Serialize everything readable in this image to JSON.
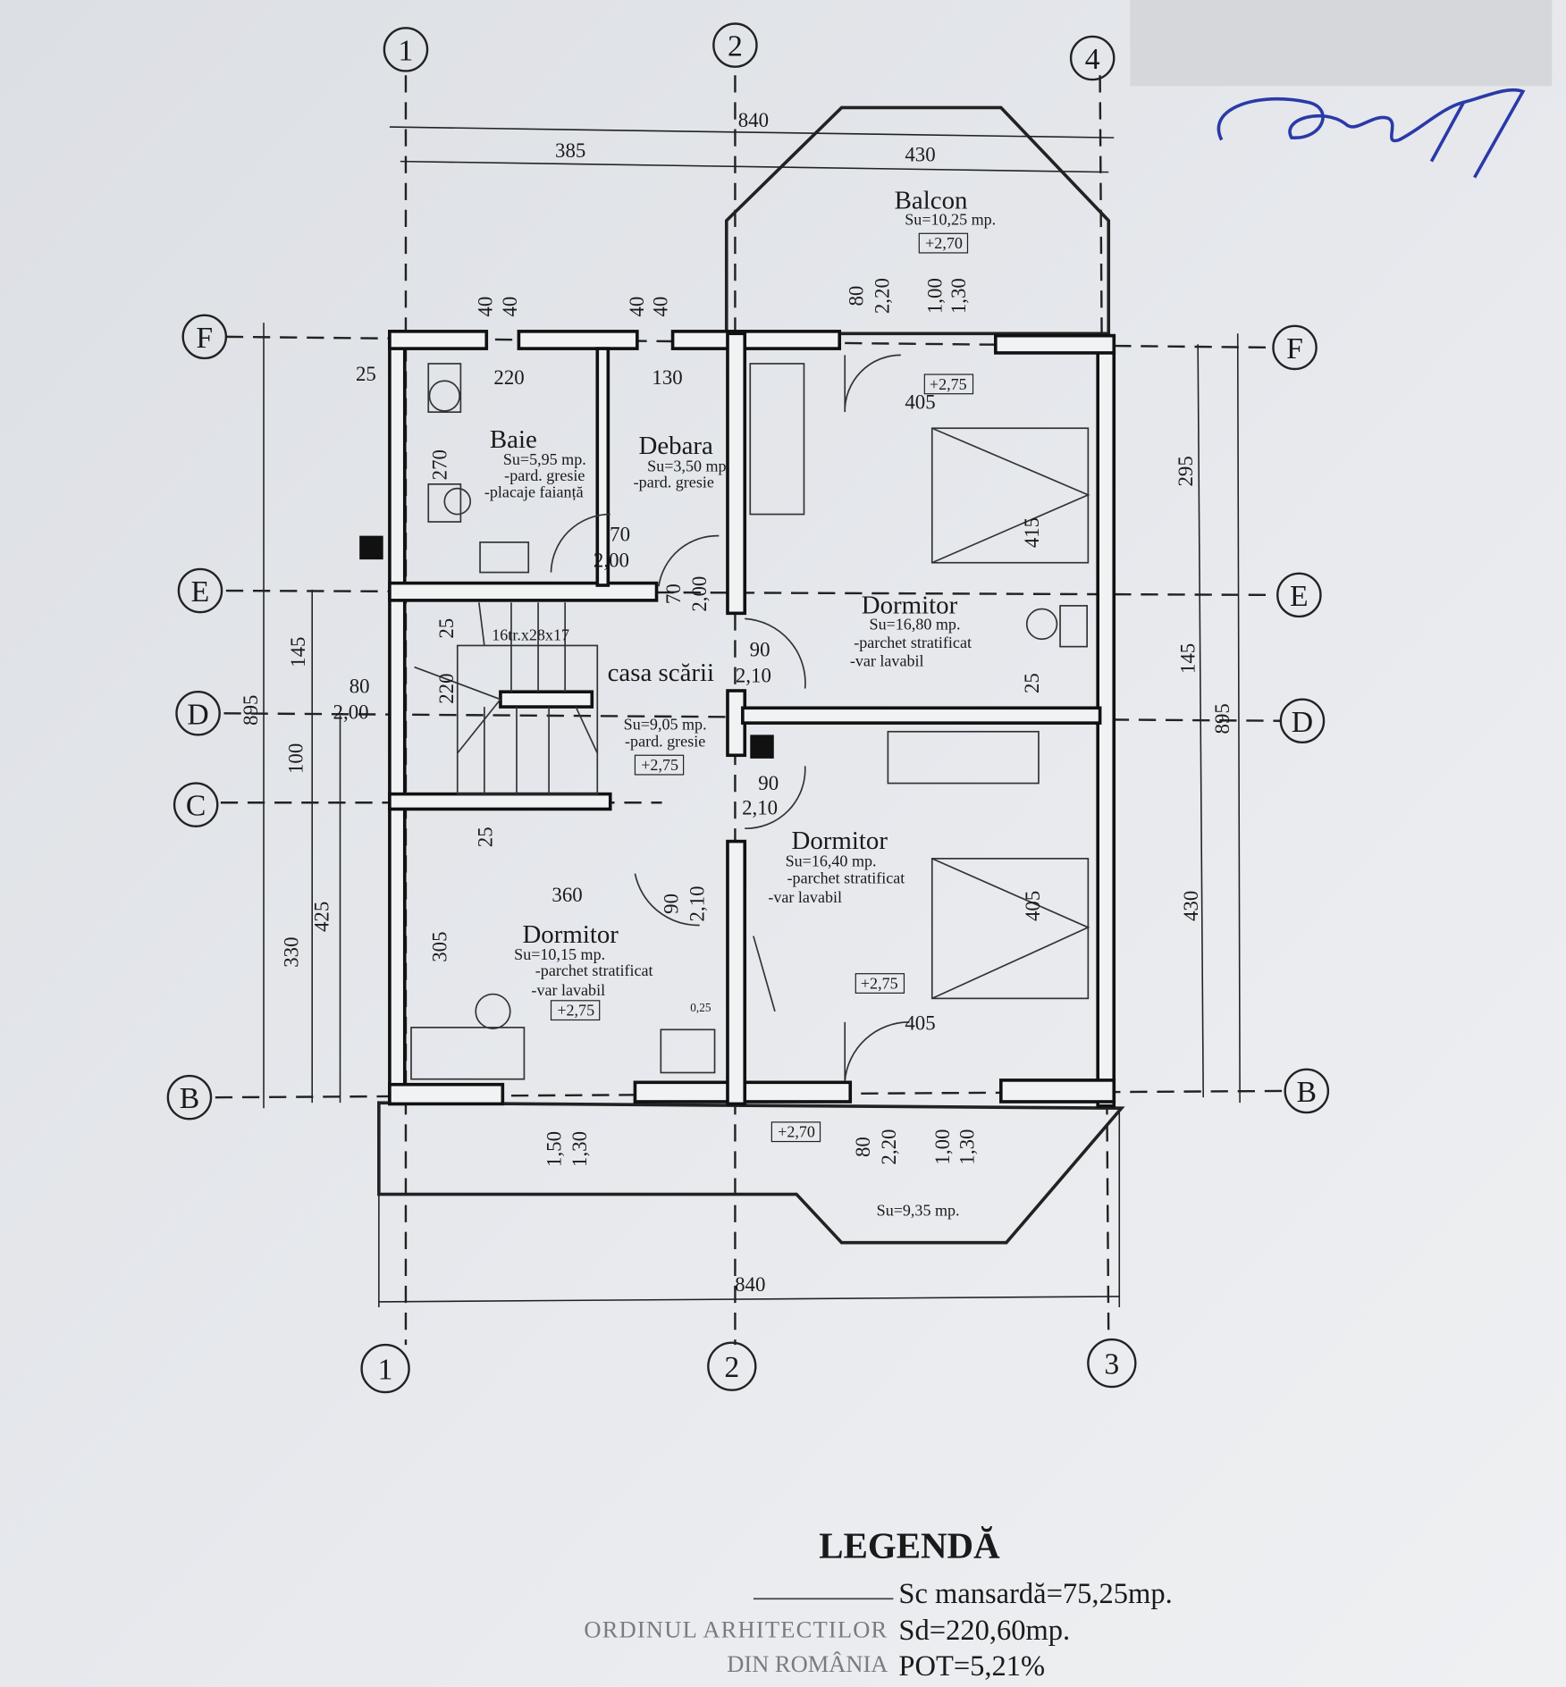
{
  "axes": {
    "top": [
      "1",
      "2",
      "4"
    ],
    "bottom": [
      "1",
      "2",
      "3"
    ],
    "left": [
      "F",
      "E",
      "D",
      "C",
      "B"
    ],
    "right": [
      "F",
      "E",
      "D",
      "B"
    ]
  },
  "dimensions": {
    "top_total": "840",
    "top_left": "385",
    "top_right": "430",
    "win1a": "40",
    "win1b": "40",
    "win2a": "40",
    "win2b": "40",
    "balc_door_w": "80",
    "balc_door_h": "2,20",
    "balc_win_w": "1,00",
    "balc_win_h": "1,30",
    "d25a": "25",
    "d220": "220",
    "d130": "130",
    "d405a": "405",
    "d270": "270",
    "d295": "295",
    "d415": "415",
    "door1_w": "70",
    "door1_h": "2,00",
    "door2_w": "70",
    "door2_h": "2,00",
    "d145l": "145",
    "d145r": "145",
    "d25b": "25",
    "stairs": "16tr.x28x17",
    "door3_w": "90",
    "door3_h": "2,10",
    "door4_w": "80",
    "door4_h": "2,00",
    "d220b": "220",
    "d25c": "25",
    "d895l": "895",
    "d895r": "895",
    "d100": "100",
    "door5_w": "90",
    "door5_h": "2,10",
    "d25d": "25",
    "d360": "360",
    "door6_w": "90",
    "door6_h": "2,10",
    "d425": "425",
    "d330": "330",
    "d305": "305",
    "d405b": "405",
    "d430": "430",
    "d025": "0,25",
    "d405c": "405",
    "win3_w": "1,50",
    "win3_h": "1,30",
    "door7_w": "80",
    "door7_h": "2,20",
    "win4_w": "1,00",
    "win4_h": "1,30",
    "bottom_total": "840"
  },
  "levels": [
    "+2,70",
    "+2,75",
    "+2,75",
    "+2,75",
    "+2,75",
    "+2,70"
  ],
  "rooms": {
    "balcon_top": {
      "name": "Balcon",
      "area": "Su=10,25 mp."
    },
    "baie": {
      "name": "Baie",
      "area": "Su=5,95 mp.",
      "f1": "-pard. gresie",
      "f2": "-placaje faianță"
    },
    "debara": {
      "name": "Debara",
      "area": "Su=3,50 mp.",
      "f1": "-pard. gresie"
    },
    "dormitor1": {
      "name": "Dormitor",
      "area": "Su=16,80 mp.",
      "f1": "-parchet stratificat",
      "f2": "-var lavabil"
    },
    "casa_scarii": {
      "name": "casa scării",
      "area": "Su=9,05 mp.",
      "f1": "-pard. gresie"
    },
    "dormitor2": {
      "name": "Dormitor",
      "area": "Su=16,40 mp.",
      "f1": "-parchet stratificat",
      "f2": "-var lavabil"
    },
    "dormitor3": {
      "name": "Dormitor",
      "area": "Su=10,15 mp.",
      "f1": "-parchet stratificat",
      "f2": "-var lavabil"
    },
    "balcon_bottom": {
      "area": "Su=9,35 mp."
    }
  },
  "legend": {
    "title": "LEGENDĂ",
    "sc": "Sc mansardă=75,25mp.",
    "sd": "Sd=220,60mp.",
    "pot": "POT=5,21%"
  },
  "stamp": {
    "line1": "ORDINUL ARHITECTILOR",
    "line2": "DIN ROMÂNIA"
  }
}
